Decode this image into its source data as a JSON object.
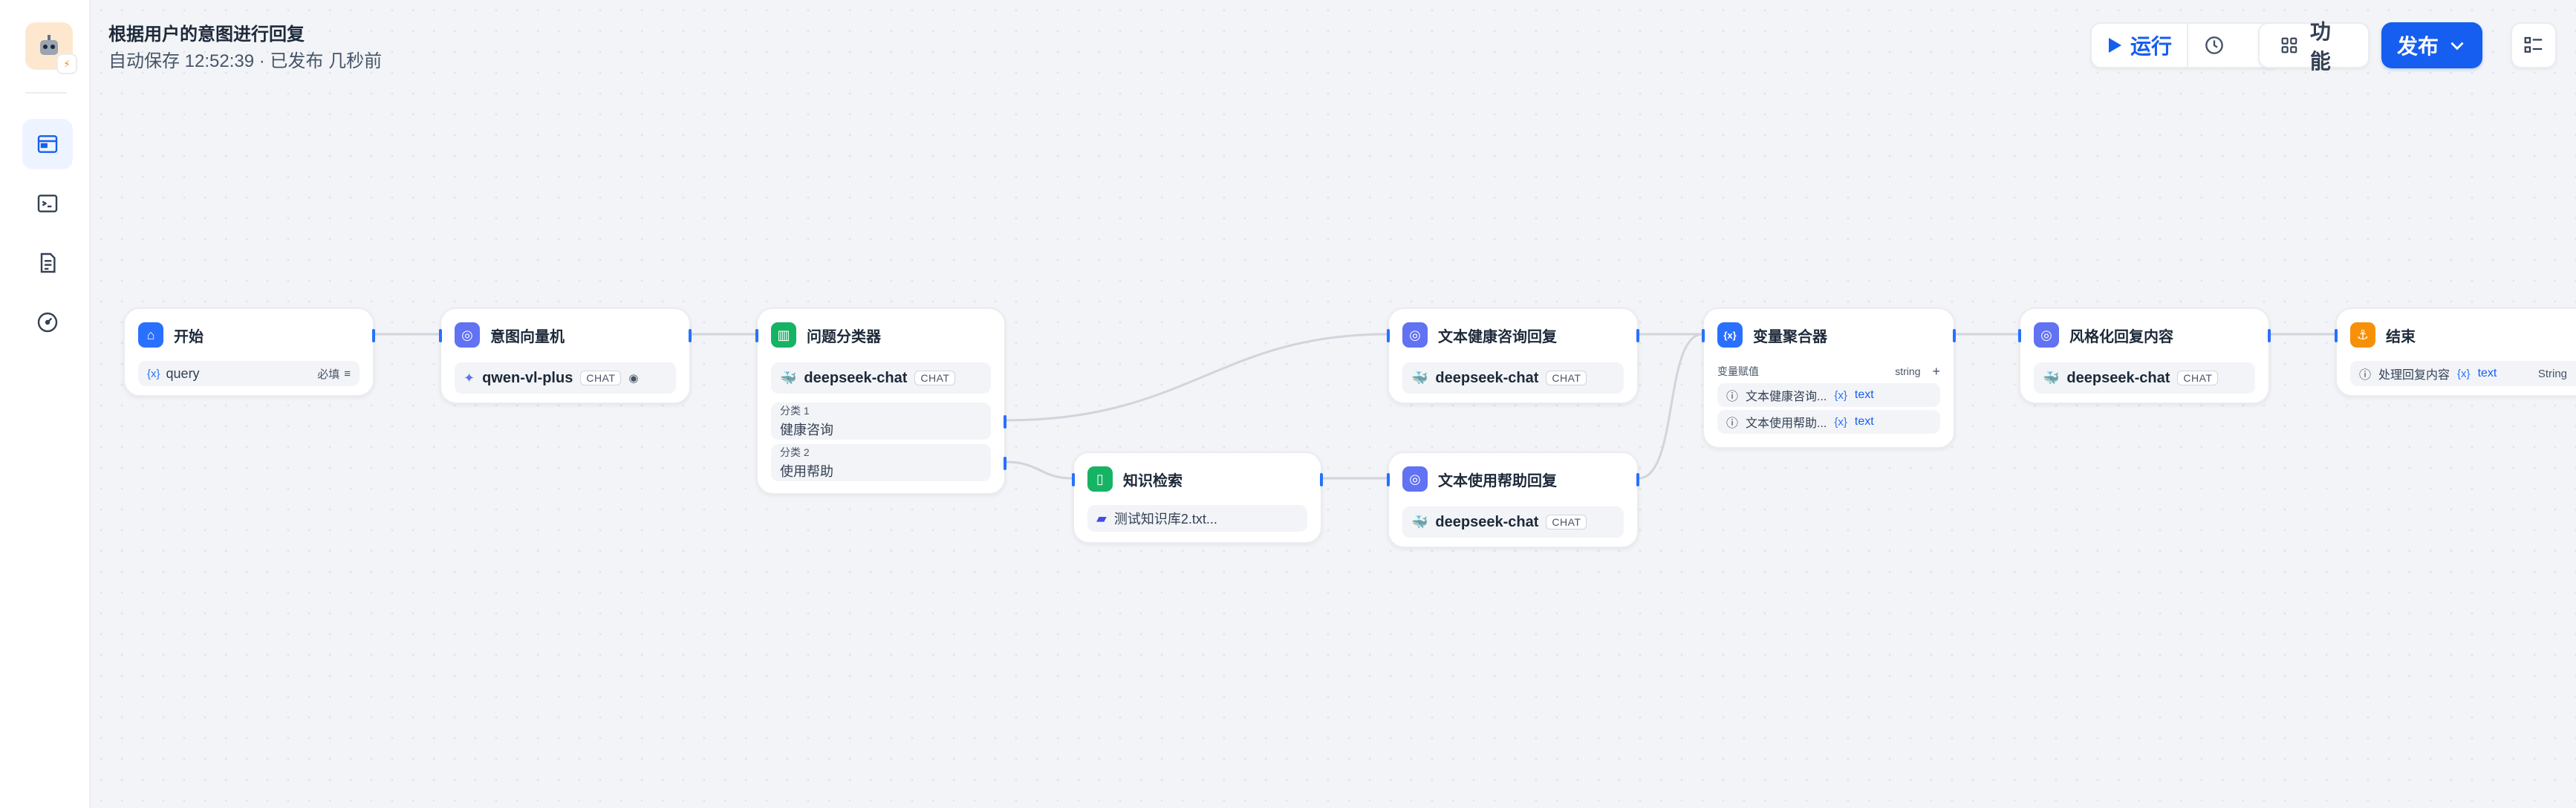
{
  "header": {
    "title": "根据用户的意图进行回复",
    "subtitle": "自动保存 12:52:39 · 已发布 几秒前"
  },
  "toolbar": {
    "run_label": "运行",
    "feature_label": "功能",
    "publish_label": "发布"
  },
  "colors": {
    "accent": "#155eef",
    "edge": "#d0d5dd"
  },
  "nodes": {
    "start": {
      "title": "开始",
      "var_name": "query",
      "required": "必填"
    },
    "intent": {
      "title": "意图向量机",
      "model": "qwen-vl-plus",
      "mode": "CHAT"
    },
    "classifier": {
      "title": "问题分类器",
      "model": "deepseek-chat",
      "mode": "CHAT",
      "classes": [
        {
          "label": "分类 1",
          "value": "健康咨询"
        },
        {
          "label": "分类 2",
          "value": "使用帮助"
        }
      ]
    },
    "knowledge": {
      "title": "知识检索",
      "dataset": "测试知识库2.txt..."
    },
    "health_reply": {
      "title": "文本健康咨询回复",
      "model": "deepseek-chat",
      "mode": "CHAT"
    },
    "help_reply": {
      "title": "文本使用帮助回复",
      "model": "deepseek-chat",
      "mode": "CHAT"
    },
    "aggregator": {
      "title": "变量聚合器",
      "section_label": "变量赋值",
      "type": "string",
      "items": [
        {
          "source": "文本健康咨询...",
          "var": "text"
        },
        {
          "source": "文本使用帮助...",
          "var": "text"
        }
      ]
    },
    "style_reply": {
      "title": "风格化回复内容",
      "model": "deepseek-chat",
      "mode": "CHAT"
    },
    "end": {
      "title": "结束",
      "output_name": "处理回复内容",
      "var": "text",
      "type": "String"
    }
  }
}
